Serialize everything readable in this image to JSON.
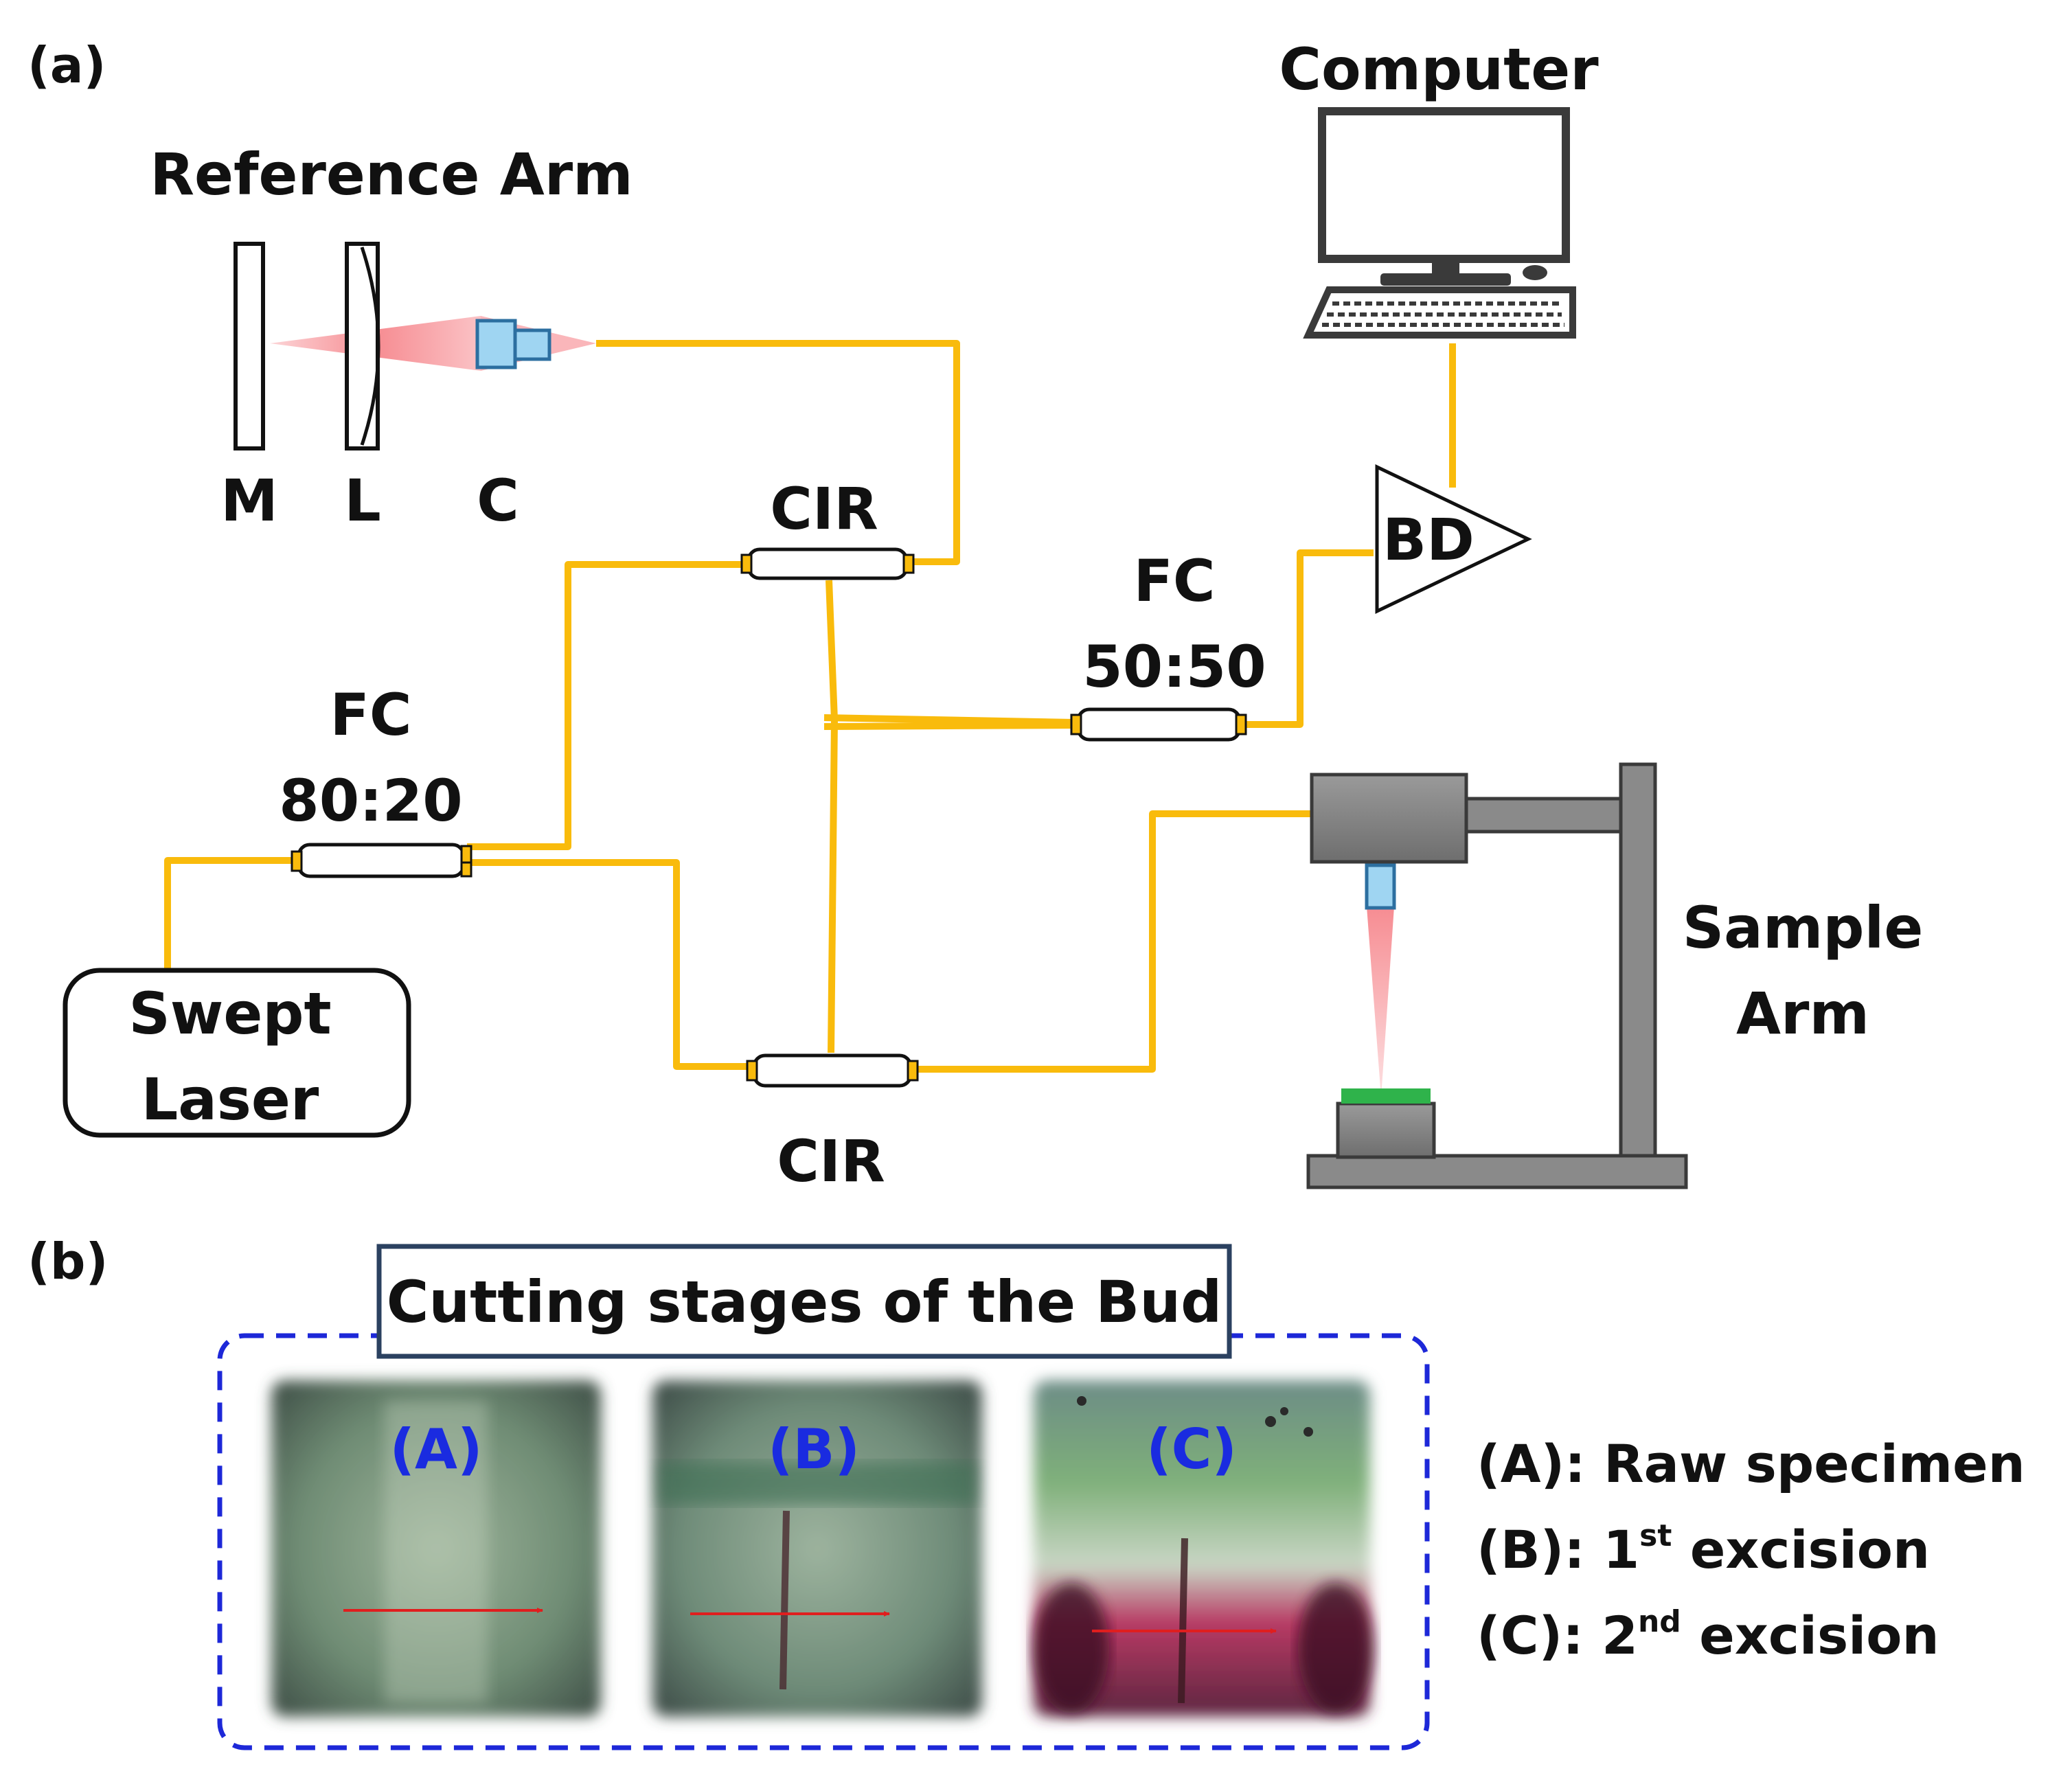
{
  "colors": {
    "fiber": "#F9BB0C",
    "laser_beam": "#F6868C",
    "collimator": "#9FD5F2",
    "stage_gray": "#808080",
    "sample_green": "#2FB34B",
    "dashed_box": "#1D28D8",
    "photo_label": "#1A2BE0",
    "scan_line": "#E01E1E"
  },
  "panel_a": {
    "tag": "(a)",
    "reference_arm": {
      "title": "Reference Arm",
      "mirror": "M",
      "lens": "L",
      "collimator": "C"
    },
    "computer": "Computer",
    "balanced_detector": "BD",
    "cir_top": "CIR",
    "cir_bottom": "CIR",
    "fc_5050_line1": "FC",
    "fc_5050_line2": "50:50",
    "fc_8020_line1": "FC",
    "fc_8020_line2": "80:20",
    "laser_line1": "Swept",
    "laser_line2": "Laser",
    "sample_arm_line1": "Sample",
    "sample_arm_line2": "Arm"
  },
  "panel_b": {
    "tag": "(b)",
    "title": "Cutting stages of the Bud",
    "photos": [
      {
        "label": "(A)",
        "icon": "bud-photo-raw"
      },
      {
        "label": "(B)",
        "icon": "bud-photo-first-cut"
      },
      {
        "label": "(C)",
        "icon": "bud-photo-second-cut"
      }
    ],
    "legend": [
      {
        "prefix": "(A): Raw specimen",
        "sup": "",
        "suffix": ""
      },
      {
        "prefix": "(B): 1",
        "sup": "st",
        "suffix": " excision"
      },
      {
        "prefix": "(C): 2",
        "sup": "nd",
        "suffix": " excision"
      }
    ]
  }
}
